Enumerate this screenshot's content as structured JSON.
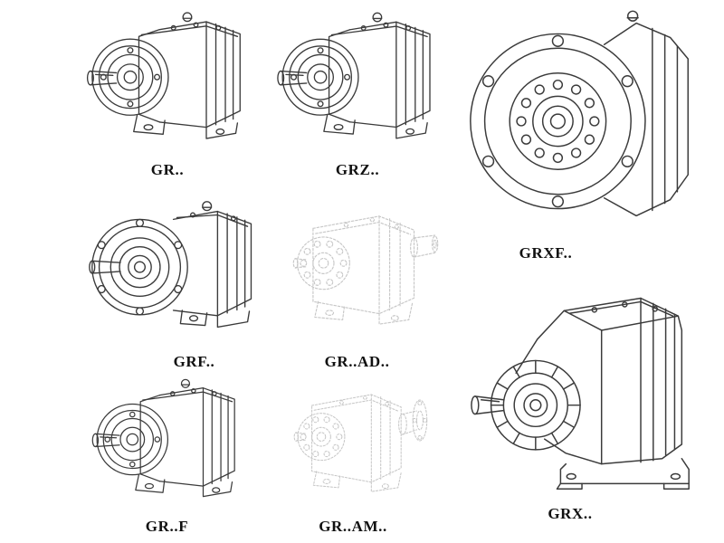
{
  "page": {
    "background": "#ffffff",
    "description": "Gear reducer model catalog line drawings"
  },
  "colors": {
    "line": "#3b3b3b",
    "ghost_line": "#c7c7c7",
    "label_text": "#111111"
  },
  "figures": [
    {
      "id": "gr",
      "label": "GR..",
      "style": "solid"
    },
    {
      "id": "grz",
      "label": "GRZ..",
      "style": "solid"
    },
    {
      "id": "grxf",
      "label": "GRXF..",
      "style": "solid"
    },
    {
      "id": "grf",
      "label": "GRF..",
      "style": "solid"
    },
    {
      "id": "grad",
      "label": "GR..AD..",
      "style": "ghost"
    },
    {
      "id": "grf2",
      "label": "GR..F",
      "style": "solid"
    },
    {
      "id": "gram",
      "label": "GR..AM..",
      "style": "ghost"
    },
    {
      "id": "grx",
      "label": "GRX..",
      "style": "solid"
    }
  ]
}
